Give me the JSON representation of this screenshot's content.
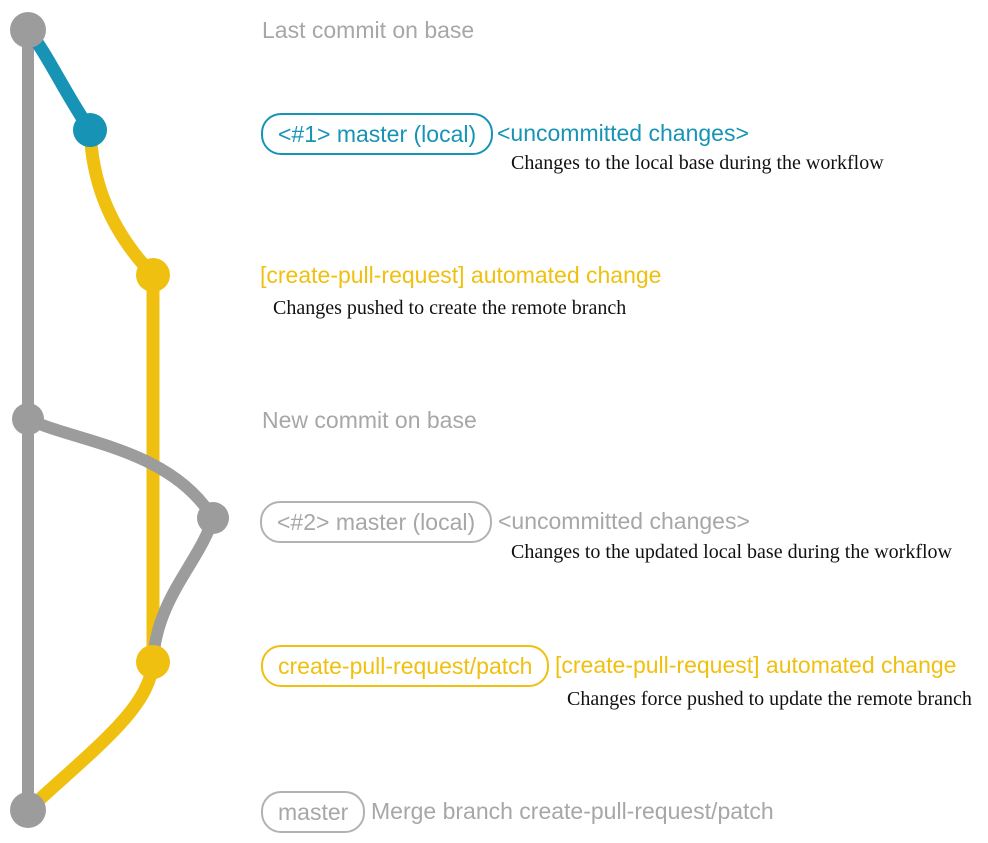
{
  "colors": {
    "teal": "#1794B5",
    "yellow": "#F0C011",
    "gray_graph": "#9C9C9C",
    "gray_text": "#A7A7A7",
    "gray_badge_border": "#B2B2B2",
    "detail_text": "#111111",
    "background": "#FFFFFF"
  },
  "graph": {
    "type": "git-commit-graph",
    "commit_dots": [
      {
        "name": "last-commit-on-base",
        "color": "gray"
      },
      {
        "name": "local-uncommitted-changes-1",
        "color": "teal"
      },
      {
        "name": "automated-change-commit-1",
        "color": "yellow"
      },
      {
        "name": "new-commit-on-base",
        "color": "gray"
      },
      {
        "name": "local-uncommitted-changes-2",
        "color": "gray"
      },
      {
        "name": "automated-change-commit-2",
        "color": "yellow"
      },
      {
        "name": "merge-commit",
        "color": "gray"
      }
    ]
  },
  "annotations": {
    "last_commit_label": "Last commit on base",
    "row1": {
      "badge": "<#1> master (local)",
      "heading": "<uncommitted changes>",
      "detail": "Changes to the local base during the workflow"
    },
    "row2": {
      "heading": "[create-pull-request] automated change",
      "detail": "Changes pushed to create the remote branch"
    },
    "new_commit_label": "New commit on base",
    "row3": {
      "badge": "<#2> master (local)",
      "heading": "<uncommitted changes>",
      "detail": "Changes to the updated local base during the workflow"
    },
    "row4": {
      "badge": "create-pull-request/patch",
      "heading": "[create-pull-request] automated change",
      "detail": "Changes force pushed to update the remote branch"
    },
    "row5": {
      "badge": "master",
      "heading": "Merge branch create-pull-request/patch"
    }
  }
}
